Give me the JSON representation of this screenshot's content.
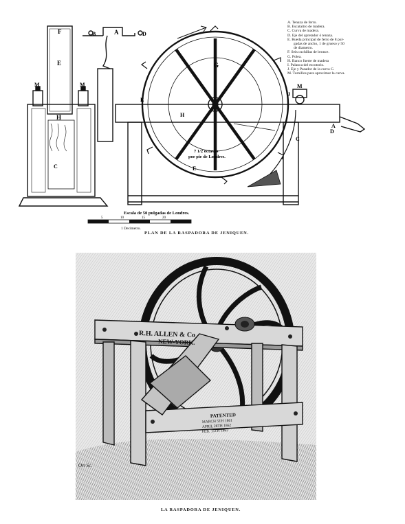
{
  "top_figure": {
    "legend": [
      "A. Tenaza de ferro.",
      "B. Escataitro de madera.",
      "C. Curva de madera.",
      "D. Eje del apretador ó tenaza.",
      "E. Rueda principal de ferro de 8 pul-",
      "gadas de ancho, 1 de grueso y 50",
      "de diametro.",
      "F. Seis cuchillas de bronce.",
      "G. Polea.",
      "H. Banco fuerte de madera",
      "I. Palanca del escotorio.",
      "J. Eje y Pasador de la curva C.",
      "M. Tornillos para aproximar la curva."
    ],
    "letters": {
      "F": "F",
      "E": "E",
      "M": "M",
      "H": "H",
      "C": "C",
      "B": "B",
      "A": "A",
      "D": "D",
      "G": "G",
      "J": "J"
    },
    "wheel_note_1": "7 1/2 octavas",
    "wheel_note_2": "por pie de Londres.",
    "scale_title": "Escala de 50 pulgadas de Londres.",
    "scale_ticks": [
      "5",
      "10",
      "15",
      "20"
    ],
    "scale_sub": "1 Decimetro.",
    "caption": "PLAN DE LA RASPADORA DE JENIQUEN."
  },
  "bottom_figure": {
    "plate_line_1": "R.H. ALLEN & Co",
    "plate_line_2": "NEW-YORK.",
    "patent_1": "PATENTED",
    "patent_2": "MARCH 5TH 1861",
    "patent_3": "APRIL 28TH 1862",
    "patent_4": "FEB. 15TH 1862",
    "engraver": "Orr Sc.",
    "caption": "LA RASPADORA DE JENIQUEN."
  }
}
